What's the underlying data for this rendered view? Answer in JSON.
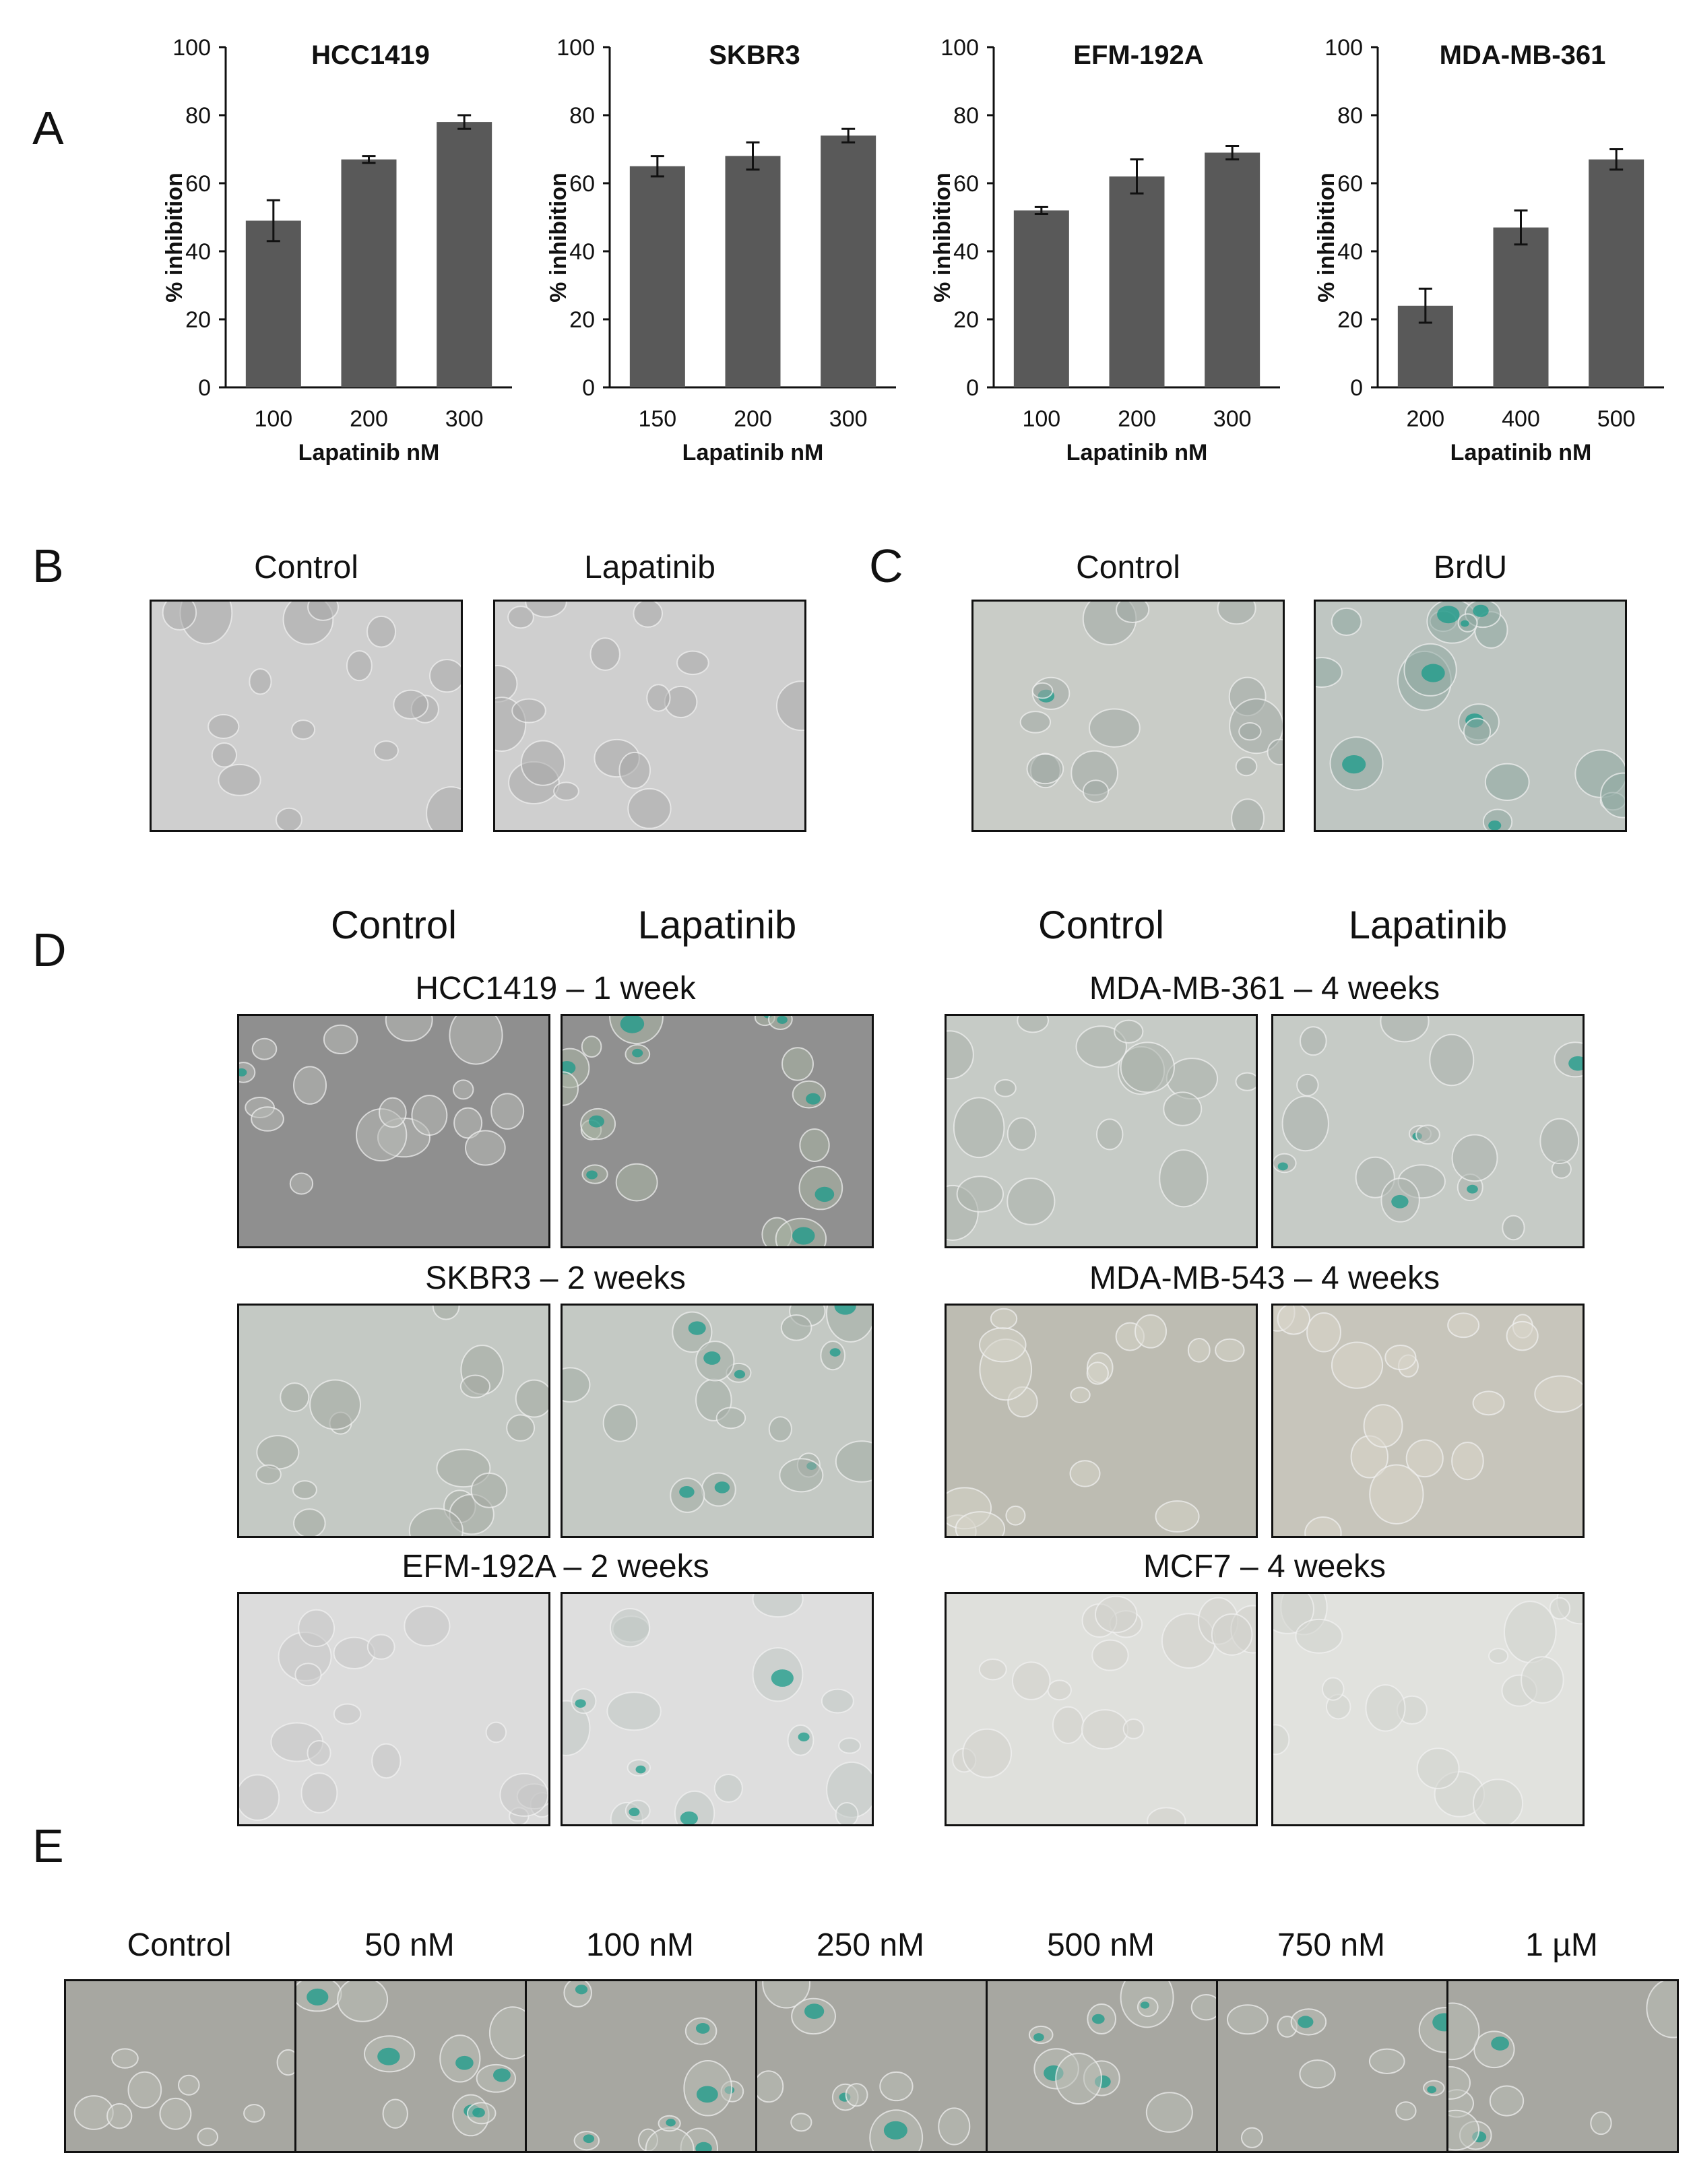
{
  "panels": {
    "A": {
      "letter": "A"
    },
    "B": {
      "letter": "B",
      "labels": [
        "Control",
        "Lapatinib"
      ]
    },
    "C": {
      "letter": "C",
      "labels": [
        "Control",
        "BrdU"
      ]
    },
    "D": {
      "letter": "D",
      "column_headers": [
        "Control",
        "Lapatinib",
        "Control",
        "Lapatinib"
      ],
      "rows_left": [
        "HCC1419 – 1 week",
        "SKBR3 – 2 weeks",
        "EFM-192A – 2 weeks"
      ],
      "rows_right": [
        "MDA-MB-361 – 4 weeks",
        "MDA-MB-543 – 4 weeks",
        "MCF7 – 4 weeks"
      ]
    },
    "E": {
      "letter": "E",
      "labels": [
        "Control",
        "50 nM",
        "100 nM",
        "250 nM",
        "500 nM",
        "750 nM",
        "1 µM"
      ]
    }
  },
  "chart_data": [
    {
      "type": "bar",
      "title": "HCC1419",
      "categories": [
        "100",
        "200",
        "300"
      ],
      "values": [
        49,
        67,
        78
      ],
      "errors": [
        6,
        1,
        2
      ],
      "xlabel": "Lapatinib nM",
      "ylabel": "% inhibition",
      "ylim": [
        0,
        100
      ],
      "yticks": [
        "0",
        "20",
        "40",
        "60",
        "80",
        "100"
      ],
      "color": "#595959"
    },
    {
      "type": "bar",
      "title": "SKBR3",
      "categories": [
        "150",
        "200",
        "300"
      ],
      "values": [
        65,
        68,
        74
      ],
      "errors": [
        3,
        4,
        2
      ],
      "xlabel": "Lapatinib nM",
      "ylabel": "% inhibition",
      "ylim": [
        0,
        100
      ],
      "yticks": [
        "0",
        "20",
        "40",
        "60",
        "80",
        "100"
      ],
      "color": "#595959"
    },
    {
      "type": "bar",
      "title": "EFM-192A",
      "categories": [
        "100",
        "200",
        "300"
      ],
      "values": [
        52,
        62,
        69
      ],
      "errors": [
        1,
        5,
        2
      ],
      "xlabel": "Lapatinib nM",
      "ylabel": "% inhibition",
      "ylim": [
        0,
        100
      ],
      "yticks": [
        "0",
        "20",
        "40",
        "60",
        "80",
        "100"
      ],
      "color": "#595959"
    },
    {
      "type": "bar",
      "title": "MDA-MB-361",
      "categories": [
        "200",
        "400",
        "500"
      ],
      "values": [
        24,
        47,
        67
      ],
      "errors": [
        5,
        5,
        3
      ],
      "xlabel": "Lapatinib nM",
      "ylabel": "% inhibition",
      "ylim": [
        0,
        100
      ],
      "yticks": [
        "0",
        "20",
        "40",
        "60",
        "80",
        "100"
      ],
      "color": "#595959"
    }
  ]
}
